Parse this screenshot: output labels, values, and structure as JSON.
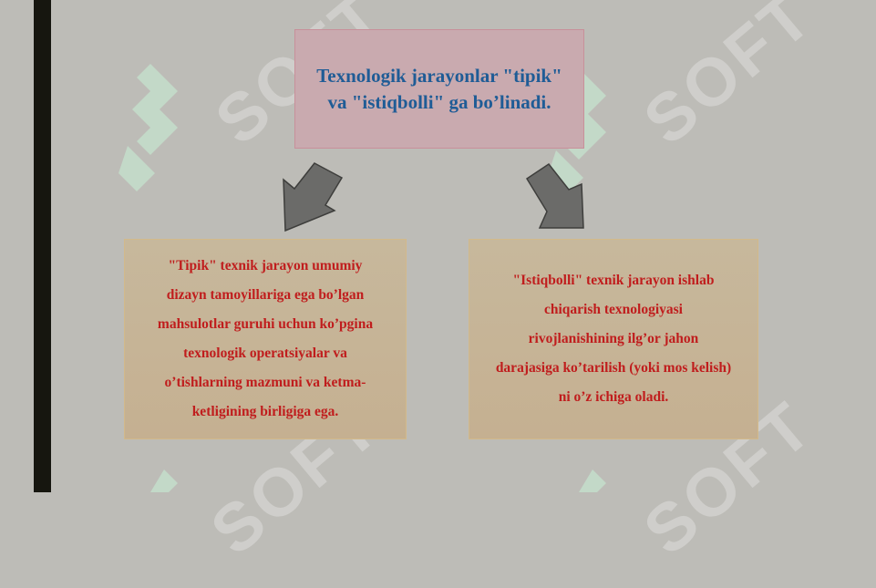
{
  "slide": {
    "title": "Texnologik jarayonlar \"tipik\" va \"istiqbolli\" ga bo’linadi.",
    "left_box": {
      "lines": [
        "\"Tipik\" texnik jarayon umumiy",
        "dizayn tamoyillariga ega bo’lgan",
        "mahsulotlar guruhi uchun ko’pgina",
        "texnologik operatsiyalar va",
        "o’tishlarning mazmuni va ketma-",
        "ketligining birligiga ega."
      ]
    },
    "right_box": {
      "lines": [
        "\"Istiqbolli\" texnik jarayon ishlab",
        "chiqarish texnologiyasi",
        "rivojlanishining ilg’or jahon",
        "darajasiga ko’tarilish (yoki mos kelish)",
        "ni o’z ichiga oladi."
      ]
    },
    "watermark": "SOFT",
    "icons": [
      "arrow-down-left-icon",
      "arrow-down-right-icon"
    ],
    "colors": {
      "background": "#bdbcb7",
      "title_text": "#1f5c96",
      "body_text": "#c01d1d",
      "title_box": "#c9aaaf",
      "info_box": "#c6b496",
      "arrow": "#6b6b69"
    }
  }
}
